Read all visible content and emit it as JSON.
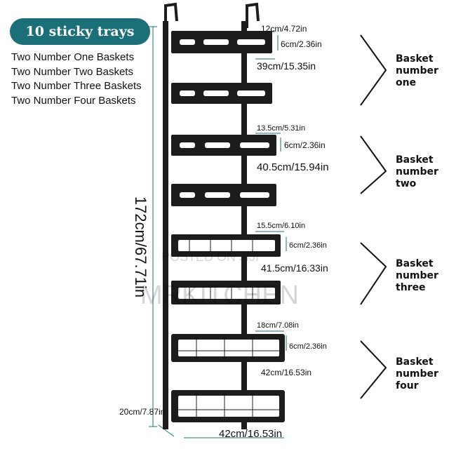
{
  "badge": {
    "text": "10 sticky trays",
    "color": "#1b6f79"
  },
  "contents": [
    "Two Number One Baskets",
    "Two Number Two  Baskets",
    "Two Number Three  Baskets",
    "Two Number Four  Baskets"
  ],
  "dimensions": {
    "total_height": "172cm/67.71in",
    "depth": "20cm/7.87in",
    "b1_depth": "12cm/4.72in",
    "b1_height": "6cm/2.36in",
    "b1_width": "39cm/15.35in",
    "b2_depth": "13.5cm/5.31in",
    "b2_height": "6cm/2.36in",
    "b2_width": "40.5cm/15.94in",
    "b3_depth": "15.5cm/6.10in",
    "b3_height": "6cm/2.36in",
    "b3_width": "41.5cm/16.33in",
    "b4_depth": "18cm/7.08in",
    "b4_height": "6cm/2.36in",
    "b4_width": "42cm/16.53in",
    "bottom_width": "42cm/16.53in"
  },
  "basket_labels": [
    [
      "Basket",
      "number",
      "one"
    ],
    [
      "Basket",
      "number",
      "two"
    ],
    [
      "Basket",
      "number",
      "three"
    ],
    [
      "Basket",
      "number",
      "four"
    ]
  ],
  "watermark": {
    "line1": "POSTED ON JIJI",
    "line2": "MRKITCHEN"
  },
  "colors": {
    "rack": "#1c1c1c",
    "dimension_line": "#1b6f79"
  }
}
